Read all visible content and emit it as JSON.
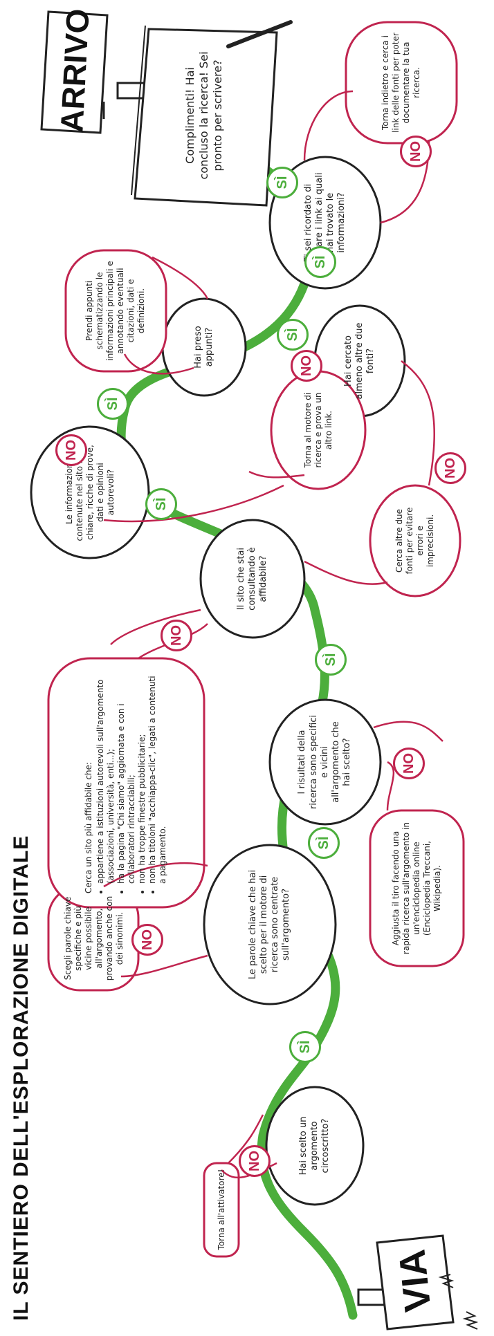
{
  "title": "IL SENTIERO DELL'ESPLORAZIONE DIGITALE",
  "start_label": "VIA",
  "end_label": "ARRIVO",
  "yes_label": "SÌ",
  "no_label": "NO",
  "questions": {
    "q1": "Hai scelto un argomento circoscritto?",
    "q2": "Le parole chiave che hai scelto per il motore di ricerca sono centrate sull'argomento?",
    "q3": "I risultati della ricerca sono specifici e vicini all'argomento che hai scelto?",
    "q4": "Il sito che stai consultando è affidabile?",
    "q5": "Le informazioni contenute nel sito sono chiare, ricche di prove, dati e opinioni autorevoli?",
    "q6": "Hai preso appunti?",
    "q7": "Hai cercato almeno altre due fonti?",
    "q8": "Ti sei ricordato di annotare i link ai quali hai trovato le informazioni?"
  },
  "advice": {
    "a1": "Torna all'attivatore!",
    "a2": "Scegli parole chiave specifiche e più vicine possibile all'argomento, provando anche con dei sinonimi.",
    "a3": "Aggiusta il tiro facendo una rapida ricerca sull'argomento in un'enciclopedia online (Enciclopedia Treccani, Wikipedia).",
    "a4_intro": "Cerca un sito più affidabile che:",
    "a4_items": [
      "appartiene a istituzioni autorevoli sull'argomento (associazioni, università, enti...);",
      "ha la pagina \"Chi siamo\" aggiornata e con i collaboratori rintracciabili;",
      "non ha troppe finestre pubblicitarie;",
      "non ha titoloni \"acchiappa-clic\", legati a contenuti a pagamento."
    ],
    "a5": "Torna al motore di ricerca e prova un altro link.",
    "a6": "Prendi appunti schematizzando le informazioni principali e annotando eventuali citazioni, dati e definizioni.",
    "a7": "Cerca altre due fonti per evitare errori e imprecisioni.",
    "a8": "Torna indietro e cerca i link delle fonti per poter documentare la tua ricerca."
  },
  "finish_note": "Complimenti! Hai concluso la ricerca! Sei pronto per scrivere?",
  "colors": {
    "path": "#4cae3c",
    "no": "#c0244f",
    "ink": "#222222"
  }
}
